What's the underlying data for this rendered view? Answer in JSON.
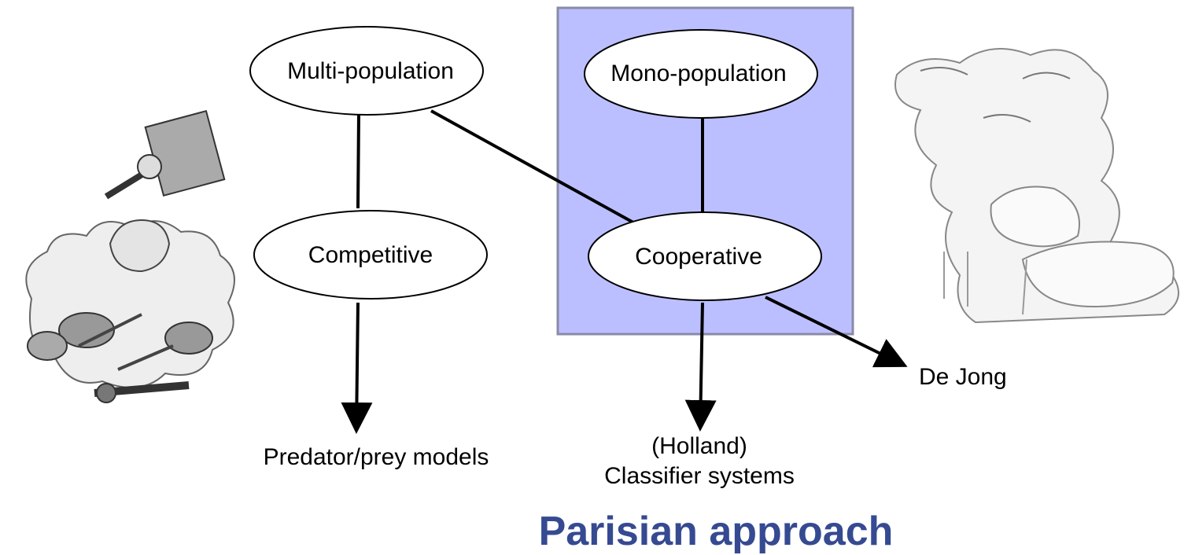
{
  "nodes": {
    "multi_population": "Multi-population",
    "mono_population": "Mono-population",
    "competitive": "Competitive",
    "cooperative": "Cooperative"
  },
  "leaves": {
    "predator_prey": "Predator/prey models",
    "holland_line1": "(Holland)",
    "holland_line2": "Classifier systems",
    "de_jong": "De Jong"
  },
  "highlight": {
    "title": "Parisian approach",
    "box_color": "#bcbfff",
    "title_color": "#354a91"
  },
  "illustrations": {
    "left": "fighting-sheep-cartoon",
    "right": "cooperative-sheep-cartoon"
  }
}
